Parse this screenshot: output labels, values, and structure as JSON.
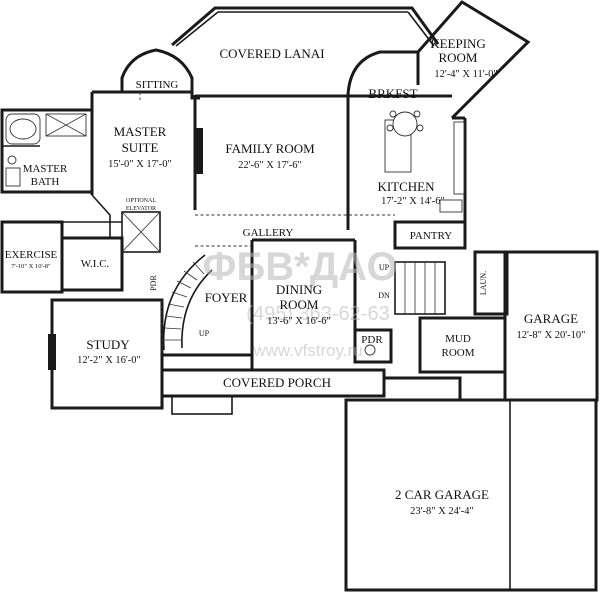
{
  "rooms": {
    "covered_lanai": {
      "name": "COVERED LANAI"
    },
    "keeping_room": {
      "name": "KEEPING",
      "name2": "ROOM",
      "dim": "12'-4\" X 11'-0\""
    },
    "sitting": {
      "name": "SITTING"
    },
    "brkfst": {
      "name": "BRKFST"
    },
    "master_suite": {
      "name": "MASTER",
      "name2": "SUITE",
      "dim": "15'-0\" X 17'-0\""
    },
    "family_room": {
      "name": "FAMILY ROOM",
      "dim": "22'-6\" X 17'-6\""
    },
    "master_bath": {
      "name": "MASTER",
      "name2": "BATH"
    },
    "kitchen": {
      "name": "KITCHEN",
      "dim": "17'-2\" X 14'-6\""
    },
    "optional_elevator": {
      "name": "OPTIONAL",
      "name2": "ELEVATOR"
    },
    "gallery": {
      "name": "GALLERY"
    },
    "pantry": {
      "name": "PANTRY"
    },
    "exercise": {
      "name": "EXERCISE",
      "dim": "7'-10\" X 10'-8\""
    },
    "wic": {
      "name": "W.I.C."
    },
    "pdr_1": {
      "name": "PDR"
    },
    "foyer": {
      "name": "FOYER"
    },
    "dining_room": {
      "name": "DINING",
      "name2": "ROOM",
      "dim": "13'-6\" X 16'-6\""
    },
    "laun": {
      "name": "LAUN."
    },
    "garage": {
      "name": "GARAGE",
      "dim": "12'-8\" X 20'-10\""
    },
    "study": {
      "name": "STUDY",
      "dim": "12'-2\" X 16'-0\""
    },
    "pdr_2": {
      "name": "PDR"
    },
    "mud_room": {
      "name": "MUD",
      "name2": "ROOM"
    },
    "covered_porch": {
      "name": "COVERED PORCH"
    },
    "two_car_garage": {
      "name": "2 CAR GARAGE",
      "dim": "23'-8\" X 24'-4\""
    }
  },
  "stairs": {
    "up_main": "UP",
    "up_back": "UP",
    "dn_back": "DN"
  },
  "watermark": {
    "logo": "ФБВ*ДАО",
    "phone": "(495) 363-62-63",
    "url": "www.vfstroy.ru"
  }
}
